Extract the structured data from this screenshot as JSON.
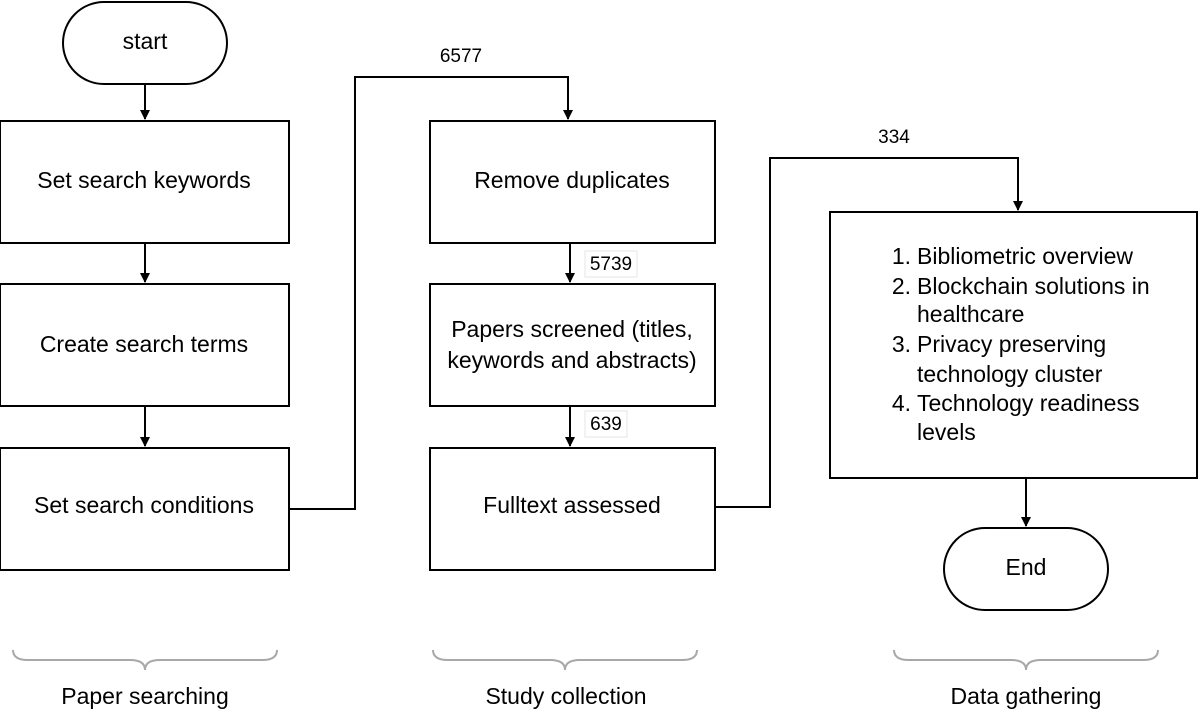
{
  "terminals": {
    "start": "start",
    "end": "End"
  },
  "phase1": {
    "step1": "Set search keywords",
    "step2": "Create search terms",
    "step3": "Set search conditions",
    "label": "Paper searching"
  },
  "phase2": {
    "step1": "Remove duplicates",
    "step2_line1": "Papers screened (titles,",
    "step2_line2": "keywords and abstracts)",
    "step3": "Fulltext assessed",
    "label": "Study collection"
  },
  "phase3": {
    "items": [
      {
        "num": "1.",
        "lines": [
          "Bibliometric overview"
        ]
      },
      {
        "num": "2.",
        "lines": [
          "Blockchain solutions in",
          "healthcare"
        ]
      },
      {
        "num": "3.",
        "lines": [
          "Privacy preserving",
          "technology cluster"
        ]
      },
      {
        "num": "4.",
        "lines": [
          "Technology readiness",
          "levels"
        ]
      }
    ],
    "label": "Data gathering"
  },
  "counts": {
    "to_phase2": "6577",
    "after_duplicates": "5739",
    "after_screening": "639",
    "to_phase3": "334"
  }
}
